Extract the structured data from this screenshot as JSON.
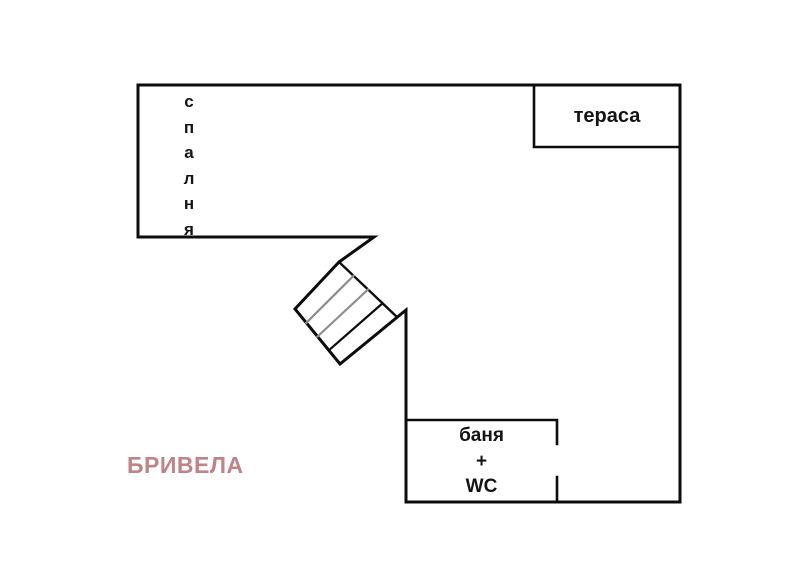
{
  "floorplan": {
    "labels": {
      "bedroom": "спалня",
      "terrace": "тераса",
      "bathroom_line1": "баня",
      "bathroom_line2": "+",
      "bathroom_line3": "WC"
    },
    "watermark": "БРИВЕЛА",
    "colors": {
      "wall": "#0c0c0c",
      "stair_tread_gray": "#8d8d8d",
      "watermark": "#bf8388",
      "background": "#ffffff"
    }
  }
}
